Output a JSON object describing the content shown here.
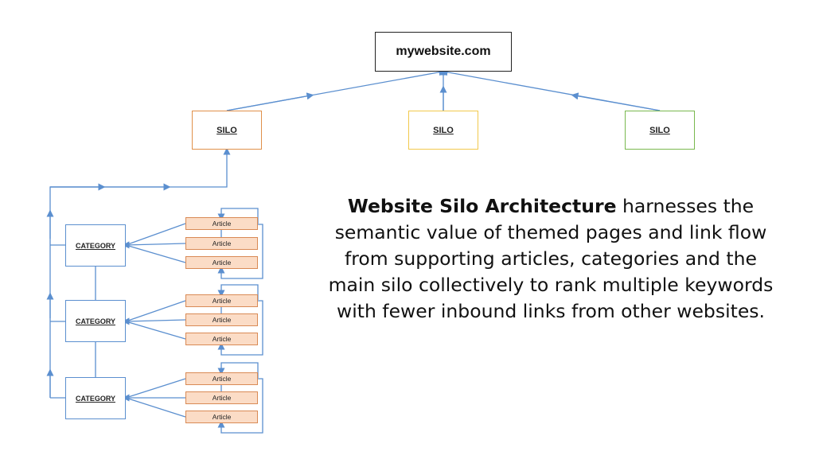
{
  "root": {
    "label": "mywebsite.com"
  },
  "silos": [
    {
      "label": "SILO",
      "color": "#e0904a"
    },
    {
      "label": "SILO",
      "color": "#f2c94c"
    },
    {
      "label": "SILO",
      "color": "#79b84e"
    }
  ],
  "categories": [
    {
      "label": "CATEGORY",
      "articles": [
        "Article",
        "Article",
        "Article"
      ]
    },
    {
      "label": "CATEGORY",
      "articles": [
        "Article",
        "Article",
        "Article"
      ]
    },
    {
      "label": "CATEGORY",
      "articles": [
        "Article",
        "Article",
        "Article"
      ]
    }
  ],
  "caption": {
    "bold": "Website Silo Architecture",
    "rest": " harnesses the semantic value of themed pages and link flow from supporting articles, categories and the main silo collectively to rank multiple keywords with fewer inbound links from other websites."
  },
  "colors": {
    "connector": "#5b8fcf",
    "article_fill": "#fbdcc6",
    "article_border": "#d98a55"
  }
}
